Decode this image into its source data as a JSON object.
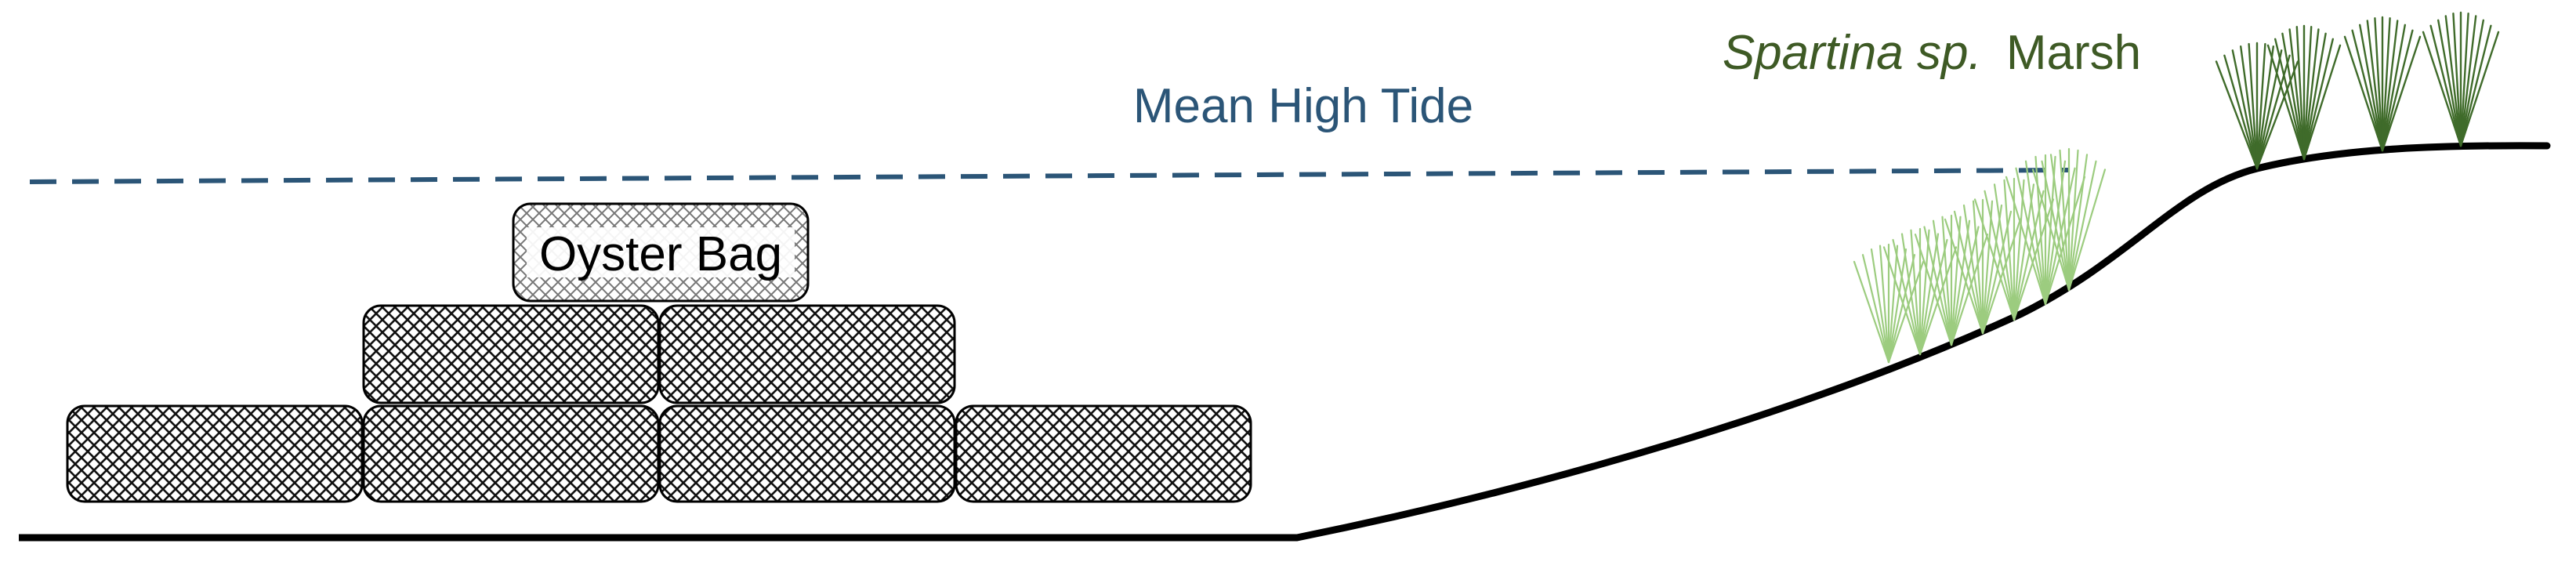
{
  "labels": {
    "tide": "Mean High Tide",
    "bag": "Oyster Bag",
    "marsh_genus": "Spartina sp.",
    "marsh_word": "Marsh"
  },
  "colors": {
    "tide": "#2b5577",
    "marsh_text": "#3e5a25",
    "dark_grass": "#3f6b2a",
    "light_grass": "#9ccc7f",
    "ink": "#000000"
  }
}
